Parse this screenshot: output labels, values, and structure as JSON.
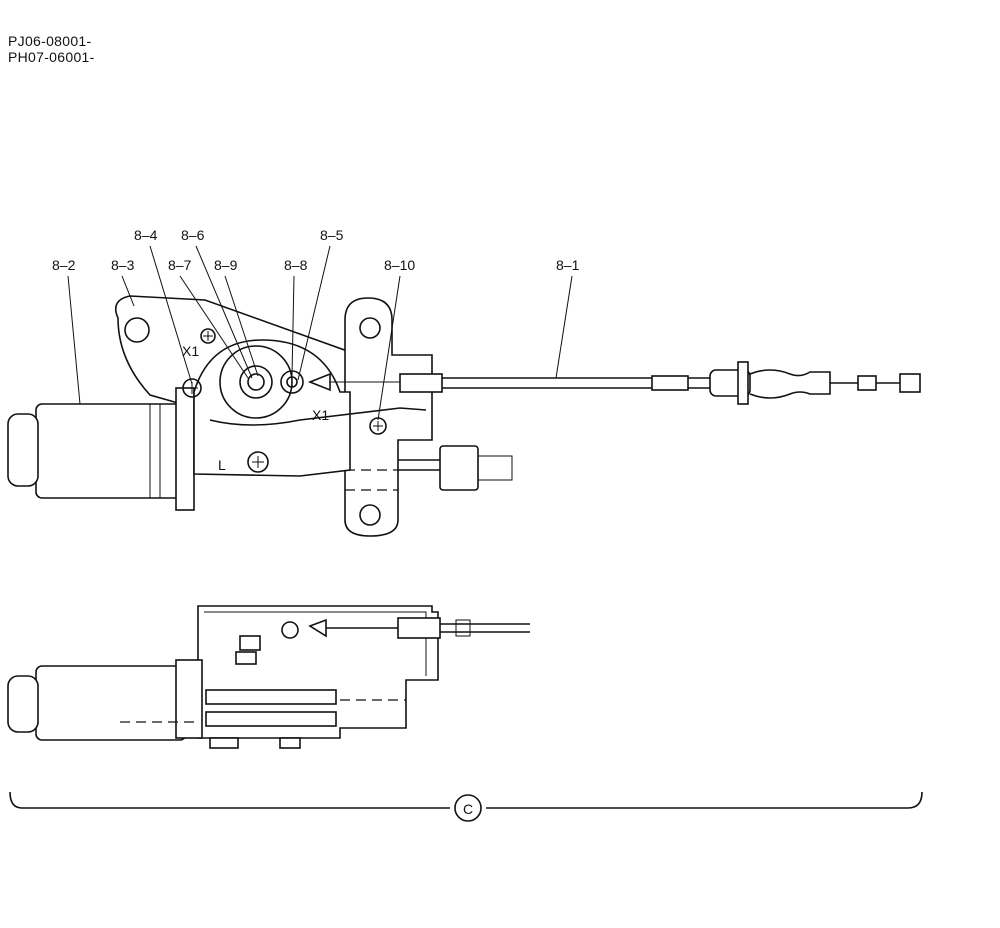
{
  "serials": [
    "PJ06-08001-",
    "PH07-06001-"
  ],
  "callouts": [
    {
      "id": "8-1",
      "text": "8–1"
    },
    {
      "id": "8-2",
      "text": "8–2"
    },
    {
      "id": "8-3",
      "text": "8–3"
    },
    {
      "id": "8-4",
      "text": "8–4"
    },
    {
      "id": "8-5",
      "text": "8–5"
    },
    {
      "id": "8-6",
      "text": "8–6"
    },
    {
      "id": "8-7",
      "text": "8–7"
    },
    {
      "id": "8-8",
      "text": "8–8"
    },
    {
      "id": "8-9",
      "text": "8–9"
    },
    {
      "id": "8-10",
      "text": "8–10"
    }
  ],
  "section_marker": "C",
  "small_marks": {
    "x1": "X1",
    "x2": "X1",
    "l": "L"
  }
}
